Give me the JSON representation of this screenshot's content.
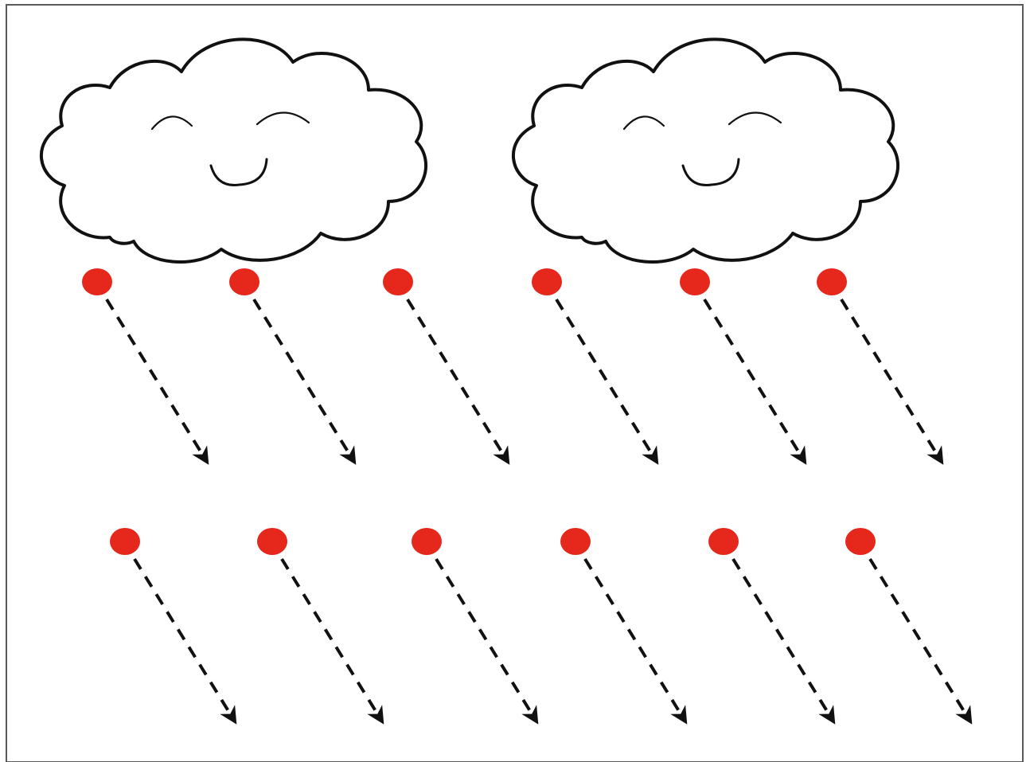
{
  "worksheet": {
    "activity": "rain-line-tracing",
    "clouds": [
      {
        "icon": "smiling-cloud-icon",
        "expression": "happy"
      },
      {
        "icon": "smiling-cloud-icon",
        "expression": "happy"
      }
    ],
    "rows": [
      {
        "strokes": 6
      },
      {
        "strokes": 6
      }
    ],
    "colors": {
      "start_dot": "#e5271c",
      "outline": "#111111",
      "trace_line": "#111111",
      "border": "#5a5a5a",
      "background": "#ffffff"
    }
  }
}
